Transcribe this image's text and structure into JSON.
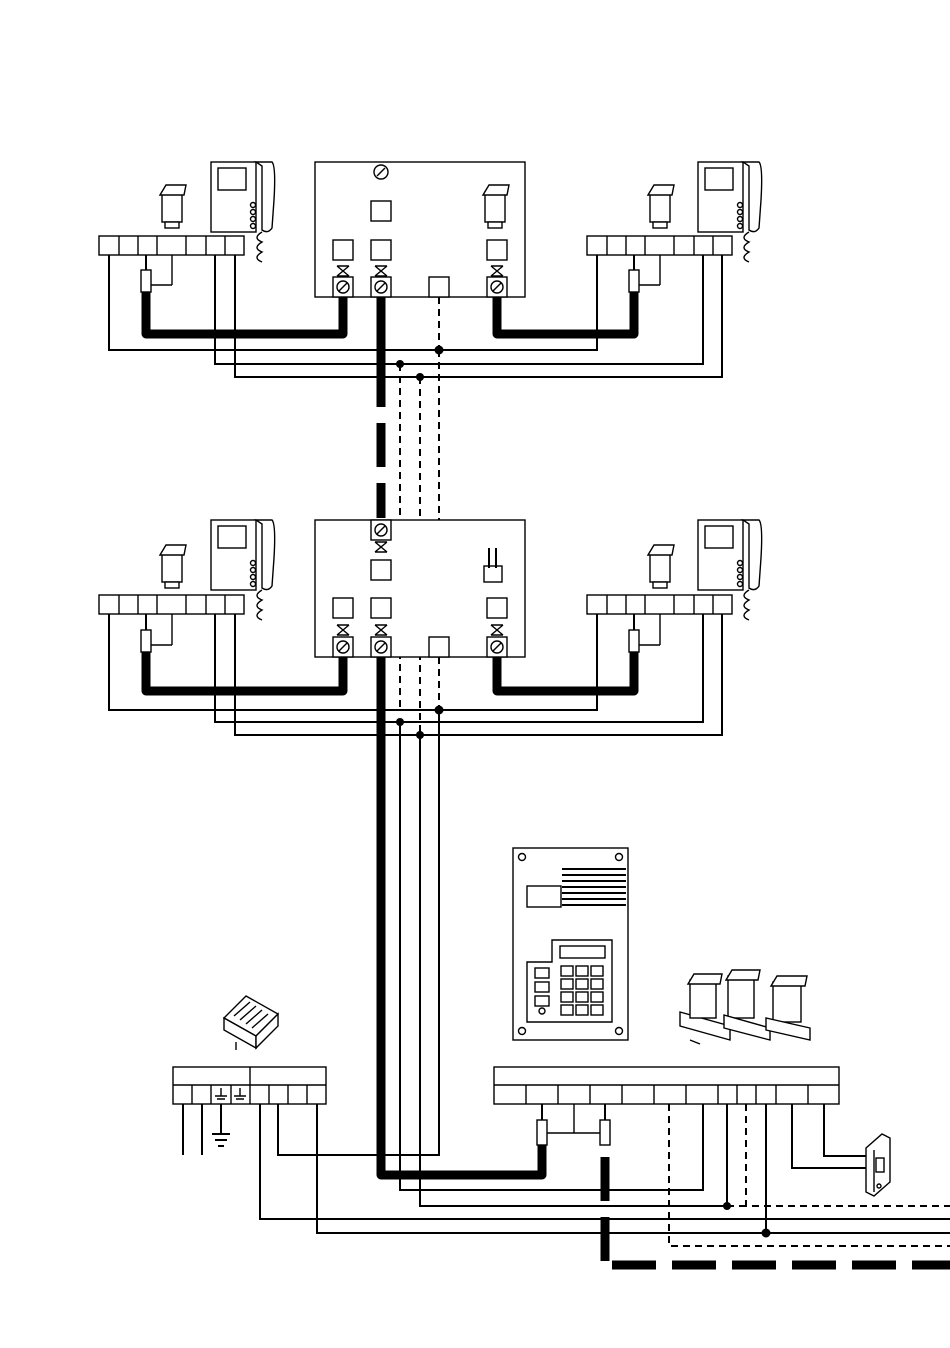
{
  "diagram": {
    "kind": "video door-entry installation wiring diagram",
    "colors": {
      "ink": "#000000",
      "paper": "#ffffff"
    },
    "components": [
      {
        "id": "floor1-left-monitor",
        "icon": "video-monitor-handset-icon"
      },
      {
        "id": "floor1-right-monitor",
        "icon": "video-monitor-handset-icon"
      },
      {
        "id": "floor1-distributor",
        "icon": "distributor-box-icon"
      },
      {
        "id": "floor2-left-monitor",
        "icon": "video-monitor-handset-icon"
      },
      {
        "id": "floor2-right-monitor",
        "icon": "video-monitor-handset-icon"
      },
      {
        "id": "floor2-distributor",
        "icon": "distributor-box-icon"
      },
      {
        "id": "power-supply",
        "icon": "din-rail-power-supply-icon"
      },
      {
        "id": "entrance-panel",
        "icon": "keypad-entrance-panel-icon"
      },
      {
        "id": "panel-modules",
        "icon": "plug-in-modules-icon"
      },
      {
        "id": "door-lock",
        "icon": "electric-door-lock-icon"
      }
    ]
  }
}
